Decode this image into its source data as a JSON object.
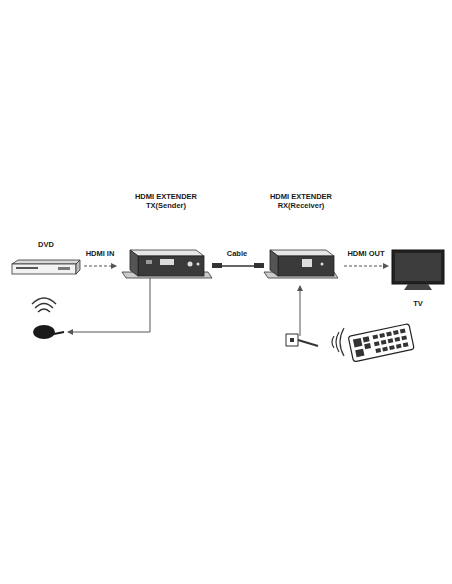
{
  "diagram": {
    "nodes": [
      {
        "text": [
          "DVD"
        ]
      },
      {
        "text": [
          "HDMI EXTENDER TX(Sender)"
        ]
      },
      {
        "text": [
          "HDMI EXTENDER RX(Receiver)"
        ]
      },
      {
        "text": [
          "TV"
        ]
      }
    ],
    "edges": [
      {
        "from": 0,
        "to": 1,
        "label": "HDMI IN",
        "arrow": "to"
      },
      {
        "from": 1,
        "to": 2,
        "label": "Cable",
        "arrow": "none"
      },
      {
        "from": 2,
        "to": 3,
        "label": "HDMI OUT",
        "arrow": "to"
      }
    ]
  }
}
